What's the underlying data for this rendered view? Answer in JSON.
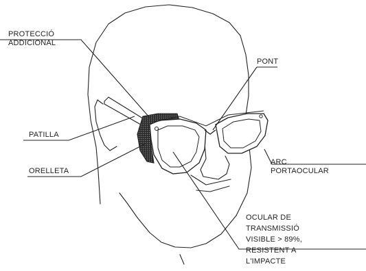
{
  "labels": {
    "proteccio": [
      "PROTECCIÓ",
      "ADDICIONAL"
    ],
    "pont": [
      "PONT"
    ],
    "patilla": [
      "PATILLA"
    ],
    "orelleta": [
      "ORELLETA"
    ],
    "arc": [
      "ARC",
      "PORTAOCULAR"
    ],
    "ocular": [
      "OCULAR DE",
      "TRANSMISSIÓ",
      "VISIBLE > 89%,",
      "RESISTENT A",
      "L'IMPACTE"
    ]
  },
  "colors": {
    "ink": "#222222",
    "shield_fill": "#3a3a3a",
    "background": "#ffffff"
  }
}
